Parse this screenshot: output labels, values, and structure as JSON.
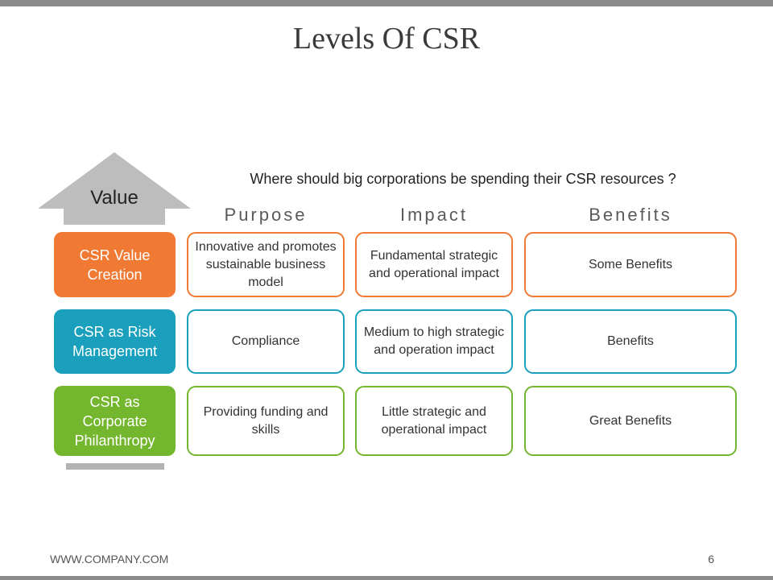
{
  "title": "Levels Of CSR",
  "question": "Where should big corporations be spending their CSR resources ?",
  "arrow_label": "Value",
  "columns": {
    "purpose": "Purpose",
    "impact": "Impact",
    "benefits": "Benefits"
  },
  "rows": [
    {
      "level": "CSR Value Creation",
      "purpose": "Innovative and promotes sustainable business model",
      "impact": "Fundamental strategic and operational impact",
      "benefits": "Some Benefits"
    },
    {
      "level": "CSR as Risk Management",
      "purpose": "Compliance",
      "impact": "Medium to high strategic and operation impact",
      "benefits": "Benefits"
    },
    {
      "level": "CSR as Corporate Philanthropy",
      "purpose": "Providing funding and skills",
      "impact": "Little strategic and operational impact",
      "benefits": "Great Benefits"
    }
  ],
  "colors": {
    "orange": "#f07a33",
    "teal": "#1aa0bd",
    "green": "#74b62e",
    "gray": "#bdbdbd"
  },
  "footer": {
    "url": "WWW.COMPANY.COM",
    "page": "6"
  }
}
